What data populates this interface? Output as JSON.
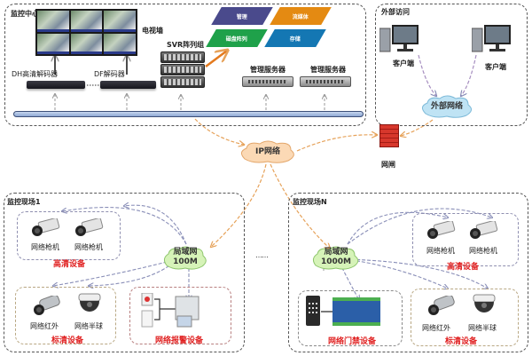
{
  "monitoring_center": {
    "title": "监控中心",
    "tv_wall_label": "电视墙",
    "dh_decoder_label": "DH高清解码器",
    "df_decoder_label": "DF解码器",
    "svr_label": "SVR阵列组",
    "platform_tiles": [
      "管理",
      "流媒体",
      "磁盘阵列",
      "存储"
    ],
    "mgmt_server_labels": [
      "管理服务器",
      "管理服务器"
    ]
  },
  "external_access": {
    "title": "外部访问",
    "client_labels": [
      "客户端",
      "客户端"
    ],
    "network_label": "外部网络"
  },
  "ip_network_label": "IP网络",
  "gateway_label": "网闸",
  "site_1": {
    "title": "监控现场1",
    "lan_label": "局域网",
    "lan_speed": "100M",
    "hd_group": {
      "title": "高清设备",
      "devices": [
        "网络枪机",
        "网络枪机"
      ]
    },
    "sd_group": {
      "title": "标清设备",
      "devices": [
        "网络红外",
        "网络半球"
      ]
    },
    "alarm_group": {
      "title": "网络报警设备"
    }
  },
  "ellipsis": "……",
  "site_n": {
    "title": "监控现场N",
    "lan_label": "局域网",
    "lan_speed": "1000M",
    "hd_group": {
      "title": "高清设备",
      "devices": [
        "网络枪机",
        "网络枪机"
      ]
    },
    "sd_group": {
      "title": "标清设备",
      "devices": [
        "网络红外",
        "网络半球"
      ]
    },
    "access_group": {
      "title": "网络门禁设备"
    }
  },
  "colors": {
    "alert_red": "#e02020",
    "wan_link": "#e6a25a",
    "lan_link": "#8a8fb8",
    "tile_purple": "#4a4a8c",
    "tile_orange": "#e48a12",
    "tile_green": "#1fa14a",
    "tile_blue": "#1477b3"
  }
}
